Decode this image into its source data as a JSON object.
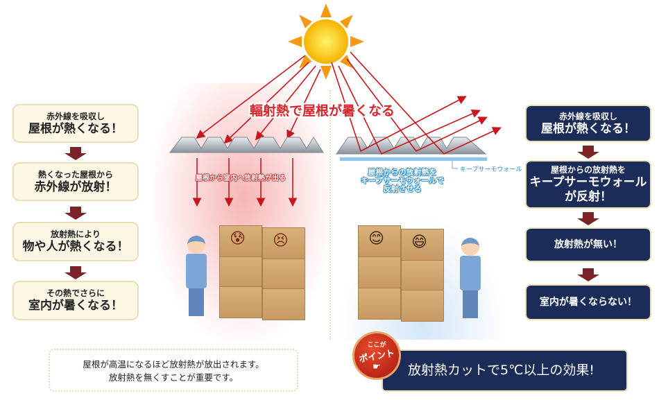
{
  "title": "輻射熱で屋根が暑くなる",
  "left_steps": [
    {
      "line1": "赤外線を吸収し",
      "line2": "屋根が熱くなる！"
    },
    {
      "line1": "熱くなった屋根から",
      "line2": "赤外線が放射！"
    },
    {
      "line1": "放射熱により",
      "line2": "物や人が熱くなる！"
    },
    {
      "line1": "その熱でさらに",
      "line2": "室内が暑くなる！"
    }
  ],
  "right_steps": [
    {
      "line1": "赤外線を吸収し",
      "line2": "屋根が熱くなる！"
    },
    {
      "line1": "屋根からの放射熱を",
      "line2": "キープサーモウォール",
      "line3": "が反射！"
    },
    {
      "line2": "放射熱が無い！"
    },
    {
      "line2": "室内が暑くならない！"
    }
  ],
  "left_scene": {
    "label": "屋根から室内へ放射熱が出る"
  },
  "right_scene": {
    "product_label": "キープサーモウォール",
    "caption": [
      "屋根からの放射熱を",
      "キープサーモウォールで",
      "反射させる"
    ]
  },
  "note": {
    "line1": "屋根が高温になるほど放射熱が放出されます。",
    "line2": "放射熱を無くすことが重要です。"
  },
  "point": {
    "badge_top": "ここが",
    "badge_main": "ポイント",
    "text": "放射熱カットで5℃以上の効果!"
  },
  "colors": {
    "navy": "#1b2c58",
    "arrow_red": "#c8161d",
    "step_arrow": "#7b2428",
    "cream": "#fdf8e6",
    "reflector_blue": "#8ec5ec"
  }
}
